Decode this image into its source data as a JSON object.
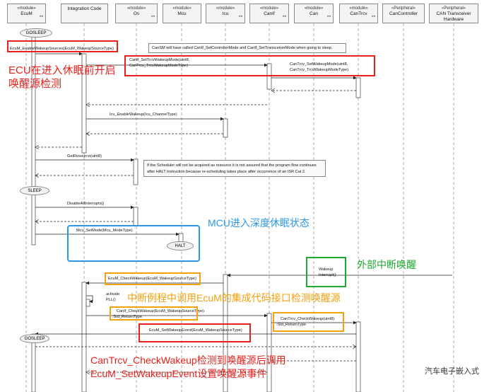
{
  "lifelines": [
    {
      "stereotype": "«module»",
      "name": "EcuM"
    },
    {
      "stereotype": "",
      "name": "Integration Code"
    },
    {
      "stereotype": "«module»",
      "name": "Os"
    },
    {
      "stereotype": "«module»",
      "name": "Mcu"
    },
    {
      "stereotype": "«module»",
      "name": "Icu"
    },
    {
      "stereotype": "«module»",
      "name": "CanIf"
    },
    {
      "stereotype": "«module»",
      "name": "Can"
    },
    {
      "stereotype": "«module»",
      "name": "CanTrcv"
    },
    {
      "stereotype": "«Peripheral»",
      "name": "CanController"
    },
    {
      "stereotype": "«Peripheral»",
      "name": "CAN Transceiver Hardware"
    }
  ],
  "states": {
    "gosleep": "GOSLEEP",
    "sleep": "SLEEP",
    "halt": "HALT"
  },
  "messages": {
    "enable_wakeup_sources": "EcuM_EnableWakeupSources(EcuM_WakeupSourceType)",
    "canif_set_trcv_wakeup": "CanIf_SetTrcvWakeupMode(uint8,",
    "canif_set_trcv_wakeup_2": "CanTrcv_TrcvWakeupModeType)",
    "cantrcv_set_wakeup": "CanTrcv_SetWakeupMode(uint8,",
    "cantrcv_set_wakeup_2": "CanTrcv_TrcvWakeupModeType)",
    "icu_enable_wakeup": "Icu_EnableWakeup(Icu_ChannelType)",
    "get_resource": "GetResource(uint8)",
    "disable_all_interrupts": "DisableAllInterrupts()",
    "mcu_set_mode": "Mcu_SetMode(Mcu_ModeType)",
    "wakeup_interrupt": "Wakeup",
    "wakeup_interrupt_2": "Interrupt()",
    "check_wakeup": "EcuM_CheckWakeup(EcuM_WakeupSourceType)",
    "activate_pll": "activate",
    "activate_pll_2": "PLL()",
    "canif_check_wakeup": "CanIf_CheckWakeup(EcuM_WakeupSourceType)",
    "canif_check_wakeup_2": ":Std_ReturnType",
    "cantrcv_check_wakeup": "CanTrcv_CheckWakeup(uint8)",
    "cantrcv_check_wakeup_2": ":Std_ReturnType",
    "set_wakeup_event": "EcuM_SetWakeupEvent(EcuM_WakeupSourceType)"
  },
  "notes": {
    "canif_note": "CanSM will have called CanIf_SetControllerMode and CanIf_SetTransceiverMode when going to sleep.",
    "os_note_1": "If the Scheduler will not be acquired as resource it is not assured that the program flow continues",
    "os_note_2": "after HALT instruction because re-scheduling takes place after occurrence of an ISR Cat 2."
  },
  "annotations": {
    "ecu_before_sleep_1": "ECU在进入休眠前开启",
    "ecu_before_sleep_2": "唤醒源检测",
    "mcu_deep_sleep": "MCU进入深度休眠状态",
    "external_interrupt": "外部中断唤醒",
    "isr_call": "中断例程中调用EcuM的集成代码接口检测唤醒源",
    "cantrcv_check_1": "CanTrcv_CheckWakeup检测到唤醒源后调用",
    "cantrcv_check_2": "EcuM_SetWakeupEvent设置唤醒源事件"
  },
  "watermark": "汽车电子嵌入式",
  "colors": {
    "red": "#e8211c",
    "blue": "#2a98e6",
    "green": "#1fa82e",
    "orange": "#f5a10f"
  }
}
